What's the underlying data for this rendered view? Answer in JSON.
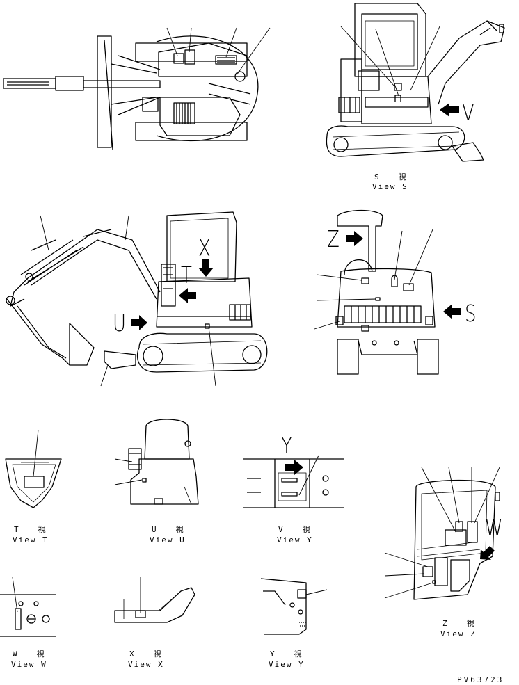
{
  "views": {
    "S": {
      "jp": "S　　視",
      "en": "View S"
    },
    "T": {
      "jp": "T　　視",
      "en": "View T"
    },
    "U": {
      "jp": "U　　視",
      "en": "View U"
    },
    "V": {
      "jp": "V　　視",
      "en": "View Y"
    },
    "W": {
      "jp": "W　　視",
      "en": "View W"
    },
    "X": {
      "jp": "X　　視",
      "en": "View X"
    },
    "Y": {
      "jp": "Y　　視",
      "en": "View Y"
    },
    "Z": {
      "jp": "Z　　視",
      "en": "View Z"
    }
  },
  "arrow_letters": {
    "V": "V",
    "S": "S",
    "Z": "Z",
    "X": "X",
    "T": "T",
    "U": "U",
    "Y": "Y",
    "W": "W"
  },
  "drawing_code": "PV63723",
  "colors": {
    "line": "#000000",
    "background": "#ffffff"
  }
}
